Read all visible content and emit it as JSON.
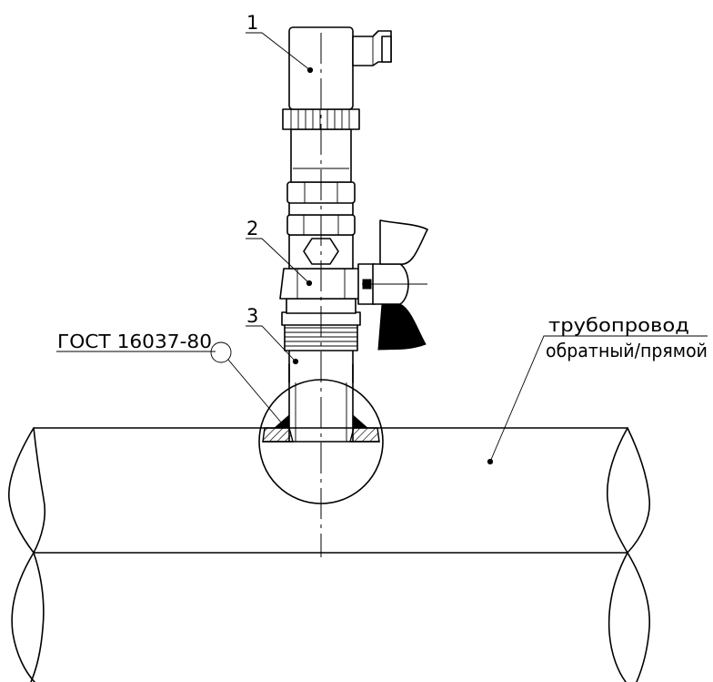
{
  "labels": {
    "part_1": "1",
    "part_2": "2",
    "part_3": "3",
    "standard": "ГОСТ 16037-80",
    "pipeline_line1": "трубопровод",
    "pipeline_line2": "обратный/прямой"
  }
}
